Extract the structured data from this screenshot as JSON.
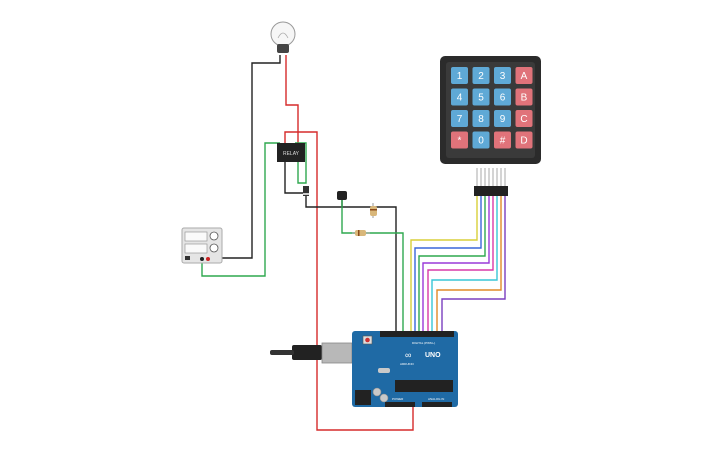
{
  "circuit": {
    "components": {
      "bulb": {
        "name": "light-bulb"
      },
      "relay": {
        "label": "RELAY"
      },
      "power_supply": {
        "name": "power-supply"
      },
      "arduino": {
        "logo": "UNO",
        "brand": "ARDUINO",
        "pins_header": "DIGITAL (PWM~)",
        "power_header": "POWER",
        "analog_header": "ANALOG IN"
      },
      "keypad": {
        "keys": [
          [
            "1",
            "2",
            "3",
            "A"
          ],
          [
            "4",
            "5",
            "6",
            "B"
          ],
          [
            "7",
            "8",
            "9",
            "C"
          ],
          [
            "*",
            "0",
            "#",
            "D"
          ]
        ]
      }
    },
    "wire_colors": {
      "red": "#d62b2b",
      "black": "#222222",
      "green": "#2fa84f",
      "yellow": "#d9cf3a",
      "blue": "#3a66d9",
      "cyan": "#38c6d6",
      "purple": "#9a3ad9",
      "pink": "#d93aa8",
      "orange": "#e08a28",
      "violet": "#7b3fbf"
    },
    "accent": {
      "arduino_board": "#1f6aa5",
      "keypad_digit": "#5fa9d6",
      "keypad_letter": "#e0737a"
    }
  }
}
